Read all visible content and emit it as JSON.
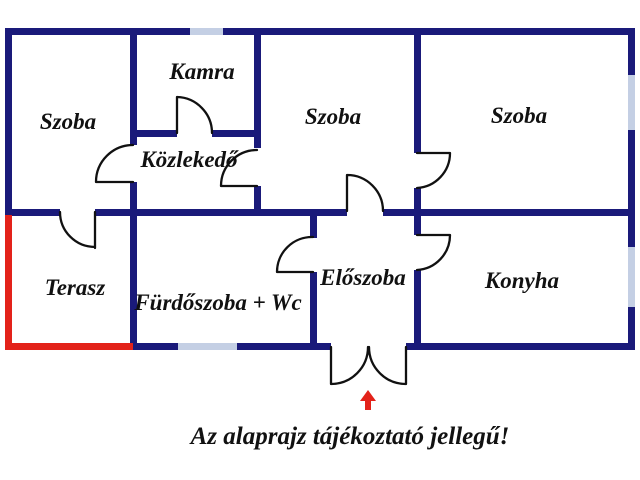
{
  "plan": {
    "rooms": {
      "szoba_top_left": {
        "label": "Szoba"
      },
      "kamra": {
        "label": "Kamra"
      },
      "kozlekedo": {
        "label": "Közlekedő"
      },
      "szoba_middle": {
        "label": "Szoba"
      },
      "szoba_right": {
        "label": "Szoba"
      },
      "terasz": {
        "label": "Terasz"
      },
      "furdoszoba": {
        "label": "Fürdőszoba + Wc"
      },
      "eloszoba": {
        "label": "Előszoba"
      },
      "konyha": {
        "label": "Konyha"
      }
    },
    "caption": "Az alaprajz tájékoztató jellegű!",
    "entrance_marker": "up-arrow",
    "colors": {
      "wall": "#1a1a7a",
      "terrace_wall": "#e3221a",
      "window": "#c4cfe4",
      "door_line": "#111111",
      "arrow": "#e3221a"
    }
  }
}
